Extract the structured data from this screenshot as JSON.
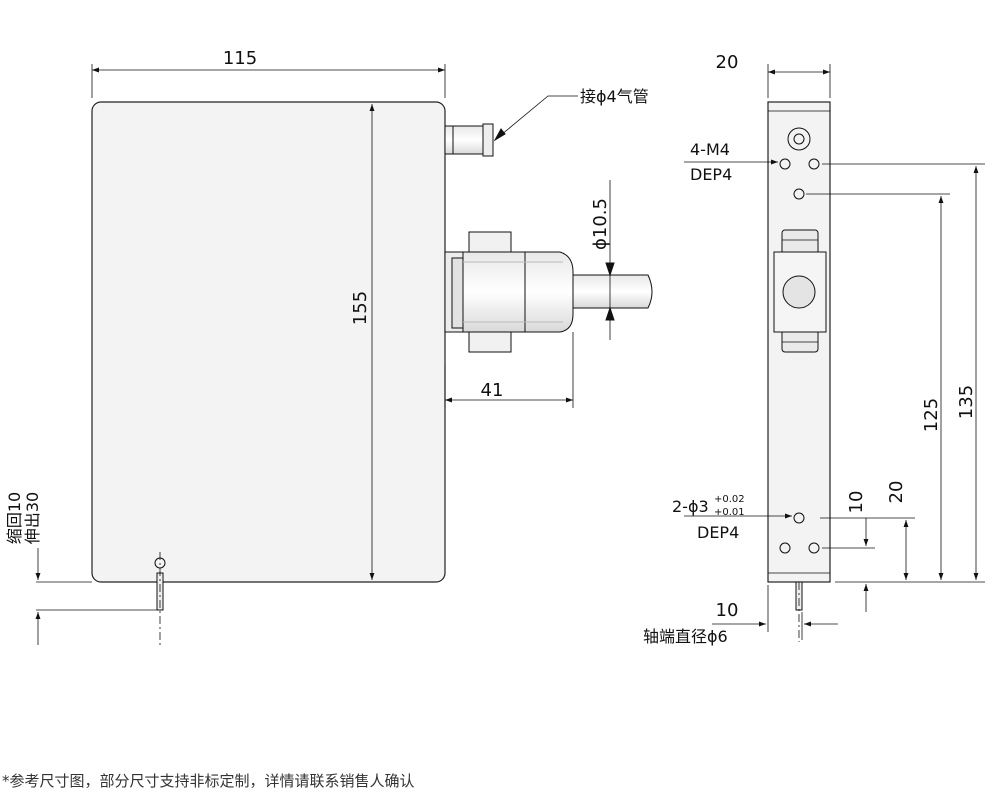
{
  "front_view": {
    "width_dim": "115",
    "height_dim": "155",
    "rod_length_dim": "41",
    "rod_diameter_dim": "ϕ10.5",
    "air_fitting_label": "接ϕ4气管",
    "stroke_retract": "缩回10",
    "stroke_extend": "伸出30"
  },
  "side_view": {
    "width_dim": "20",
    "thread_label": "4-M4",
    "thread_depth": "DEP4",
    "dim_135": "135",
    "dim_125": "125",
    "dim_20": "20",
    "dim_10": "10",
    "pin_hole_label": "2-ϕ3",
    "tol_upper": "+0.02",
    "tol_lower": "+0.01",
    "pin_depth": "DEP4",
    "shaft_offset_dim": "10",
    "shaft_label": "轴端直径ϕ6"
  },
  "footnote": "*参考尺寸图，部分尺寸支持非标定制，详情请联系销售人确认",
  "colors": {
    "line": "#111111",
    "body_fill": "#f3f3f3",
    "text": "#111111"
  }
}
